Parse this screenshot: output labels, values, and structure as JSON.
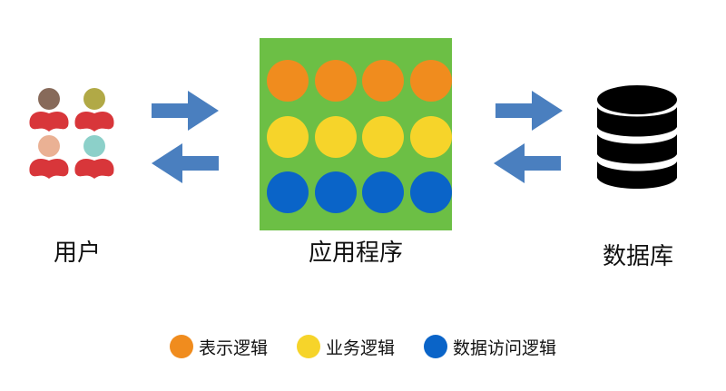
{
  "nodes": {
    "users": {
      "label": "用户"
    },
    "app": {
      "label": "应用程序"
    },
    "database": {
      "label": "数据库"
    }
  },
  "app_grid": {
    "rows": [
      {
        "layer": "表示逻辑",
        "color": "#f08c1e",
        "count": 4
      },
      {
        "layer": "业务逻辑",
        "color": "#f6d42a",
        "count": 4
      },
      {
        "layer": "数据访问逻辑",
        "color": "#0a64c8",
        "count": 4
      }
    ],
    "background": "#6cbf45"
  },
  "people": [
    {
      "head": "#7a5a48",
      "body": "#d8363a"
    },
    {
      "head": "#a8a032",
      "body": "#d8363a"
    },
    {
      "head": "#e8a888",
      "body": "#d8363a"
    },
    {
      "head": "#78c8c0",
      "body": "#d8363a"
    }
  ],
  "arrow_color": "#4a7fbf",
  "legend": [
    {
      "label": "表示逻辑",
      "color": "#f08c1e"
    },
    {
      "label": "业务逻辑",
      "color": "#f6d42a"
    },
    {
      "label": "数据访问逻辑",
      "color": "#0a64c8"
    }
  ],
  "icons": {
    "users": "users-icon",
    "database": "database-icon",
    "arrow_right": "arrow-right-icon",
    "arrow_left": "arrow-left-icon"
  }
}
